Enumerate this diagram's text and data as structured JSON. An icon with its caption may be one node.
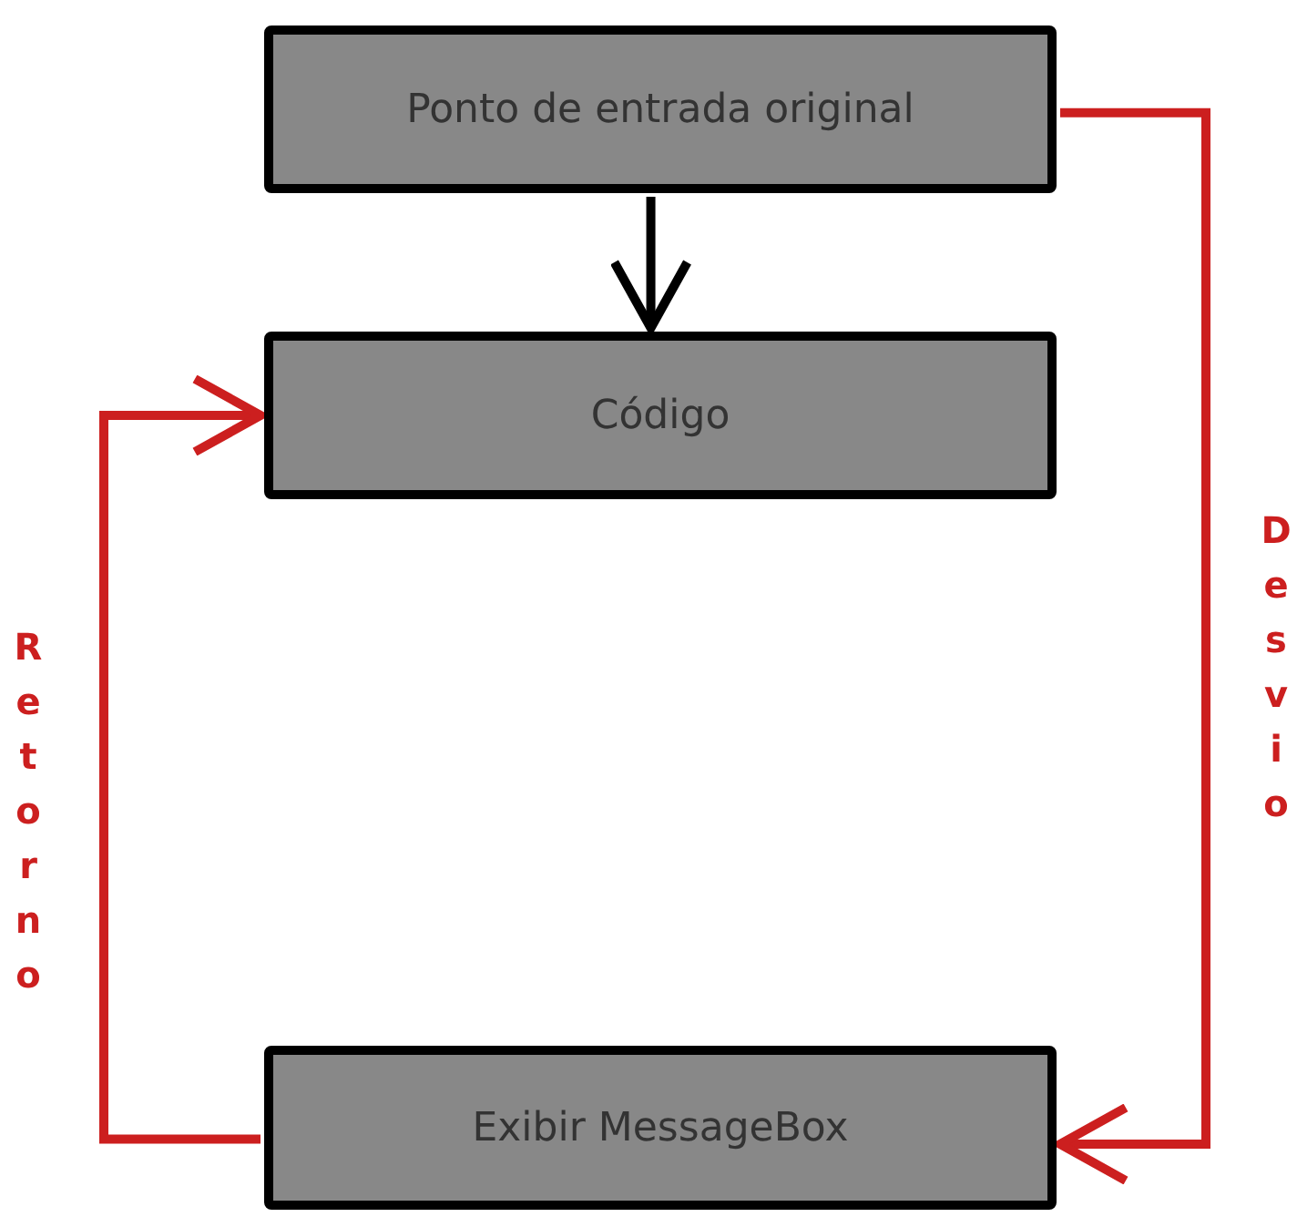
{
  "diagram": {
    "nodes": [
      {
        "text": [
          "Ponto de entrada original"
        ]
      },
      {
        "text": [
          "Código"
        ]
      },
      {
        "text": [
          "Exibir MessageBox"
        ]
      }
    ],
    "edges": [
      {
        "from": 0,
        "to": 1,
        "arrow": "to",
        "color": "#000000"
      },
      {
        "from": 0,
        "to": 2,
        "arrow": "to",
        "label": "Desvio",
        "color": "#cc1f1f"
      },
      {
        "from": 2,
        "to": 1,
        "arrow": "to",
        "label": "Retorno",
        "color": "#cc1f1f"
      }
    ]
  }
}
